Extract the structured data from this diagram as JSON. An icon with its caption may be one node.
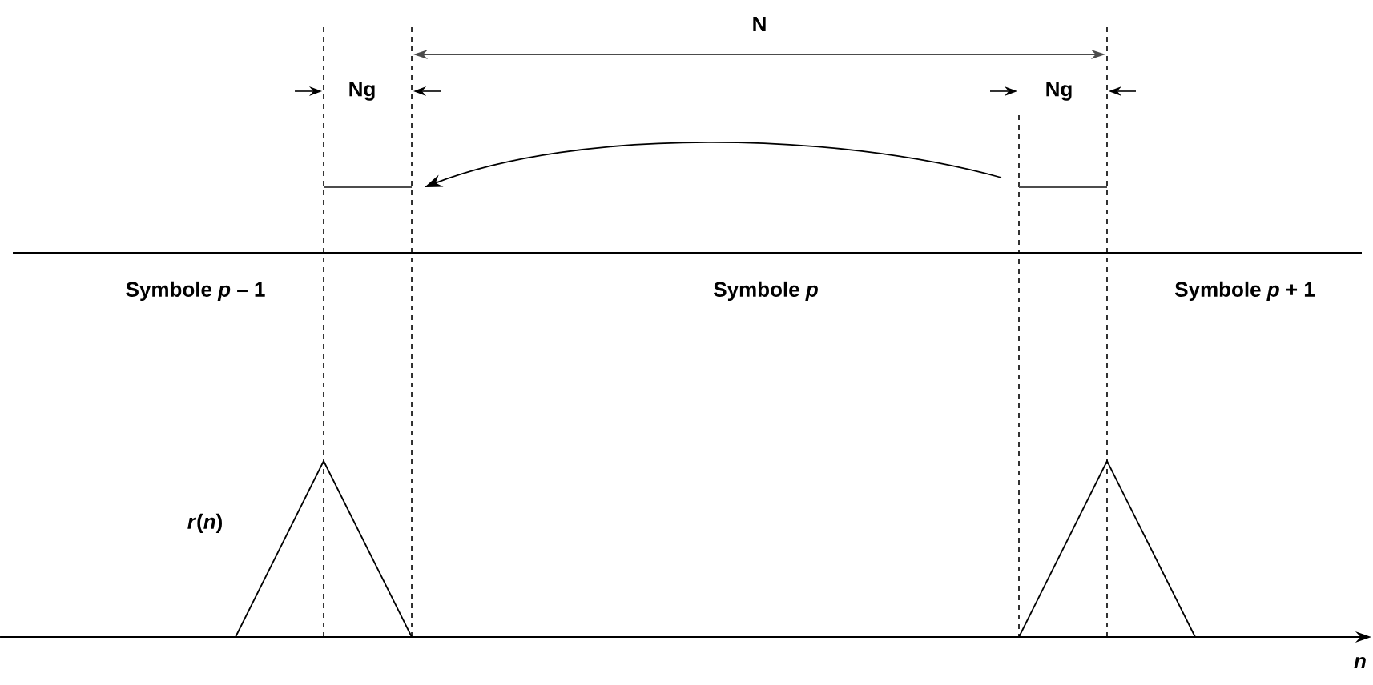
{
  "diagram": {
    "labels": [
      "N",
      "Ng",
      "Ng",
      "Symbole *p* – 1",
      "Symbole *p*",
      "Symbole *p* + 1",
      "*r*(*n*)",
      "n"
    ]
  }
}
